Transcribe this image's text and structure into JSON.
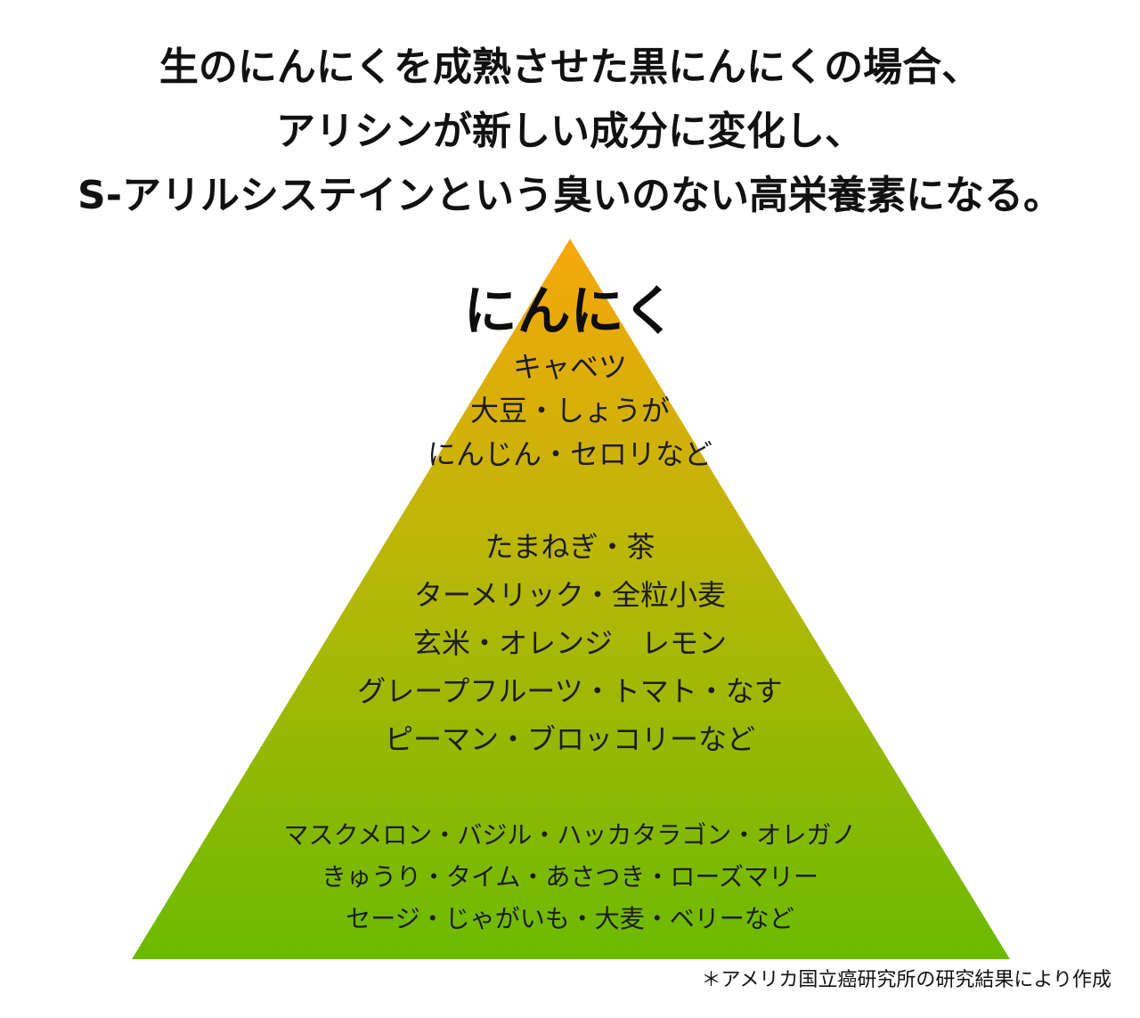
{
  "heading": {
    "line1": "生のにんにくを成熟させた黒にんにくの場合、",
    "line2": "アリシンが新しい成分に変化し、",
    "line3": "S-アリルシステインという臭いのない高栄養素になる。"
  },
  "pyramid": {
    "colors": {
      "top": "#F6A70B",
      "middle": "#B9B707",
      "bottom": "#6BBA00"
    },
    "top_title": "にんにく",
    "tier1": [
      "キャベツ",
      "大豆・しょうが",
      "にんじん・セロリなど"
    ],
    "tier2": [
      "たまねぎ・茶",
      "ターメリック・全粒小麦",
      "玄米・オレンジ　レモン",
      "グレープフルーツ・トマト・なす",
      "ピーマン・ブロッコリーなど"
    ],
    "tier3": [
      "マスクメロン・バジル・ハッカタラゴン・オレガノ",
      "きゅうり・タイム・あさつき・ローズマリー",
      "セージ・じゃがいも・大麦・ベリーなど"
    ]
  },
  "footnote": "＊アメリカ国立癌研究所の研究結果により作成"
}
